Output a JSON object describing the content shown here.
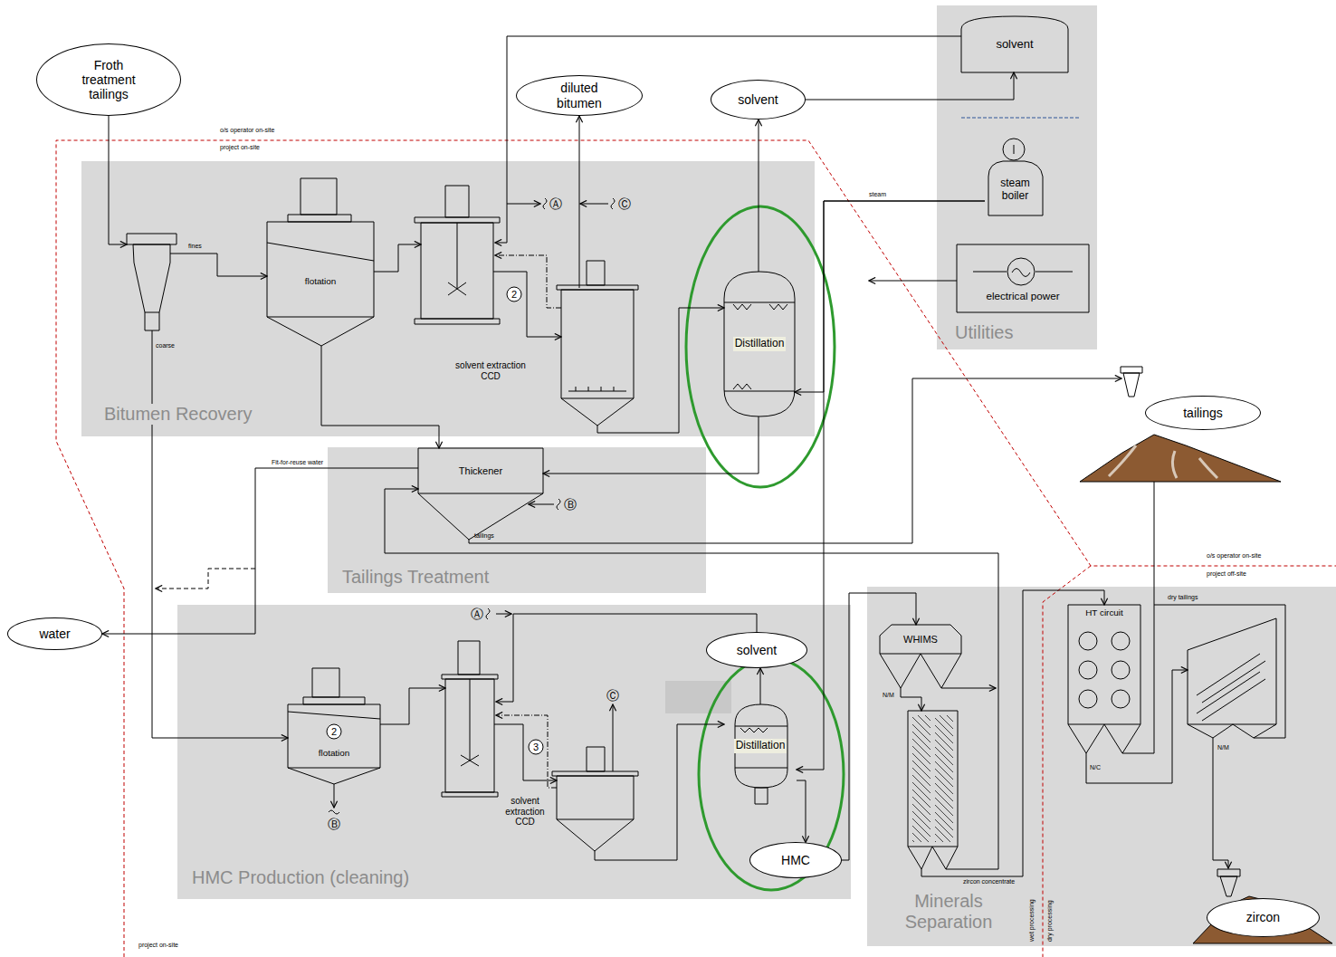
{
  "diagram": {
    "nodes": [
      {
        "text": [
          "Bitumen Recovery"
        ]
      },
      {
        "text": [
          "flotation"
        ],
        "in": 0
      },
      {
        "text": [
          "solvent extraction CCD"
        ],
        "in": 0
      },
      {
        "text": [
          "Distillation"
        ],
        "in": 0
      },
      {
        "text": [
          "Tailings Treatment"
        ]
      },
      {
        "text": [
          "Thickener"
        ],
        "in": 4
      },
      {
        "text": [
          "HMC Production (cleaning)"
        ]
      },
      {
        "text": [
          "flotation"
        ],
        "in": 6
      },
      {
        "text": [
          "solvent extraction CCD"
        ],
        "in": 6
      },
      {
        "text": [
          "solvent"
        ],
        "in": 6
      },
      {
        "text": [
          "Distillation"
        ],
        "in": 6
      },
      {
        "text": [
          "HMC"
        ],
        "in": 6
      },
      {
        "text": [
          "Minerals Separation"
        ]
      },
      {
        "text": [
          "WHIMS"
        ],
        "in": 12
      },
      {
        "text": [
          "HT circuit"
        ],
        "in": 12
      },
      {
        "text": [
          "zircon"
        ],
        "in": 12
      },
      {
        "text": [
          "Utilities"
        ]
      },
      {
        "text": [
          "solvent"
        ],
        "in": 16
      },
      {
        "text": [
          "steam boiler"
        ],
        "in": 16
      },
      {
        "text": [
          "electrical power"
        ],
        "in": 16
      },
      {
        "text": [
          "Froth treatment tailings"
        ]
      },
      {
        "text": [
          "diluted bitumen"
        ]
      },
      {
        "text": [
          "solvent"
        ]
      },
      {
        "text": [
          "tailings"
        ]
      },
      {
        "text": [
          "water"
        ]
      }
    ],
    "edges": [
      {
        "from": 1,
        "to": 5,
        "arrow": "to"
      },
      {
        "from": 2,
        "to": 3,
        "arrow": "to"
      },
      {
        "from": 3,
        "to": 22,
        "arrow": "to"
      },
      {
        "from": 2,
        "to": 21,
        "arrow": "to"
      },
      {
        "from": 3,
        "to": 5,
        "arrow": "to"
      },
      {
        "from": 5,
        "to": 24,
        "label": "Fit-for-reuse water",
        "arrow": "to"
      },
      {
        "from": 22,
        "to": 17,
        "arrow": "to"
      },
      {
        "from": 18,
        "to": 3,
        "label": "steam",
        "arrow": "to"
      },
      {
        "from": 18,
        "to": 10,
        "arrow": "to"
      },
      {
        "from": 8,
        "to": 10,
        "arrow": "to"
      },
      {
        "from": 10,
        "to": 9,
        "arrow": "to"
      },
      {
        "from": 10,
        "to": 11,
        "arrow": "to"
      },
      {
        "from": 11,
        "to": 13,
        "arrow": "to"
      }
    ],
    "labels": [
      "o/s operator on-site",
      "project on-site",
      "fines",
      "coarse",
      "Ⓐ",
      "Ⓒ",
      "2",
      "Ⓑ",
      "tailings",
      "Ⓐ",
      "Ⓒ",
      "3",
      "2",
      "Ⓑ",
      "N/M",
      "zircon concentrate",
      "o/s operator on-site",
      "project off-site",
      "dry tailings",
      "N/C",
      "N/M",
      "wet processing",
      "dry processing",
      "project on-site"
    ]
  }
}
